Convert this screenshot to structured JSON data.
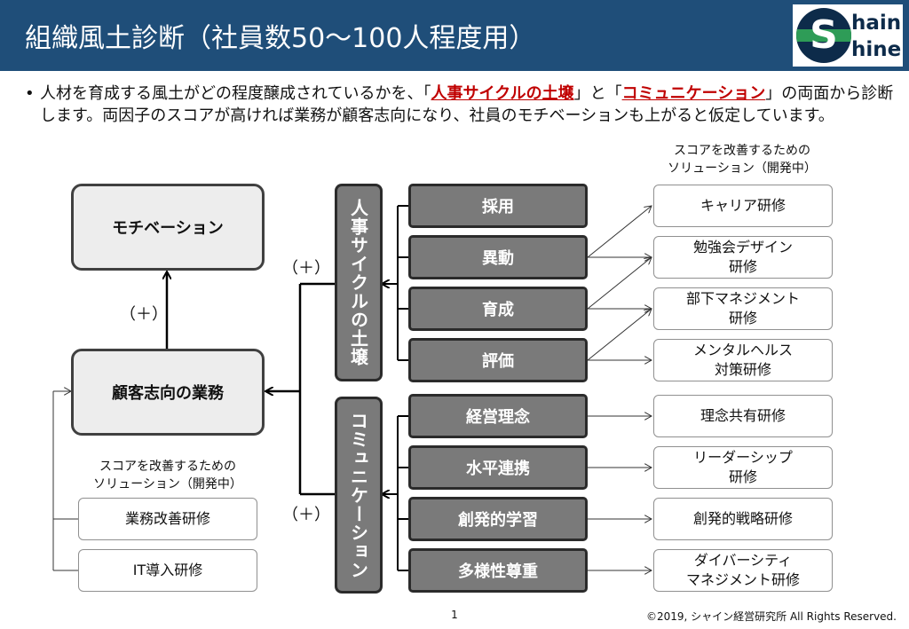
{
  "header": {
    "title": "組織風土診断（社員数50〜100人程度用）",
    "logo": {
      "initial": "S",
      "line1": "hain",
      "line2": "hine"
    }
  },
  "intro": {
    "before": "人材を育成する風土がどの程度醸成されているかを、「",
    "highlight1": "人事サイクルの土壌",
    "middle": "」と「",
    "highlight2": "コミュニケーション",
    "after": "」の両面から診断します。両因子のスコアが高ければ業務が顧客志向になり、社員のモチベーションも上がると仮定しています。"
  },
  "diagram": {
    "motivation": "モチベーション",
    "customer_work": "顧客志向の業務",
    "plus_label": "（＋）",
    "group_hr": "人事サイクルの土壌",
    "group_comm": "コミュニケーション",
    "factors": [
      "採用",
      "異動",
      "育成",
      "評価",
      "経営理念",
      "水平連携",
      "創発的学習",
      "多様性尊重"
    ],
    "solutions_header_line1": "スコアを改善するための",
    "solutions_header_line2": "ソリューション（開発中）",
    "solutions": [
      [
        "キャリア研修"
      ],
      [
        "勉強会デザイン",
        "研修"
      ],
      [
        "部下マネジメント",
        "研修"
      ],
      [
        "メンタルヘルス",
        "対策研修"
      ],
      [
        "理念共有研修"
      ],
      [
        "リーダーシップ",
        "研修"
      ],
      [
        "創発的戦略研修"
      ],
      [
        "ダイバーシティ",
        "マネジメント研修"
      ]
    ],
    "left_solutions": [
      "業務改善研修",
      "IT導入研修"
    ]
  },
  "footer": {
    "page": "1",
    "copyright": "©2019, シャイン経営研究所 All Rights Reserved."
  },
  "colors": {
    "title_bar": "#1f4e79",
    "highlight": "#c00000",
    "factor_fill": "#7a7a7a"
  }
}
